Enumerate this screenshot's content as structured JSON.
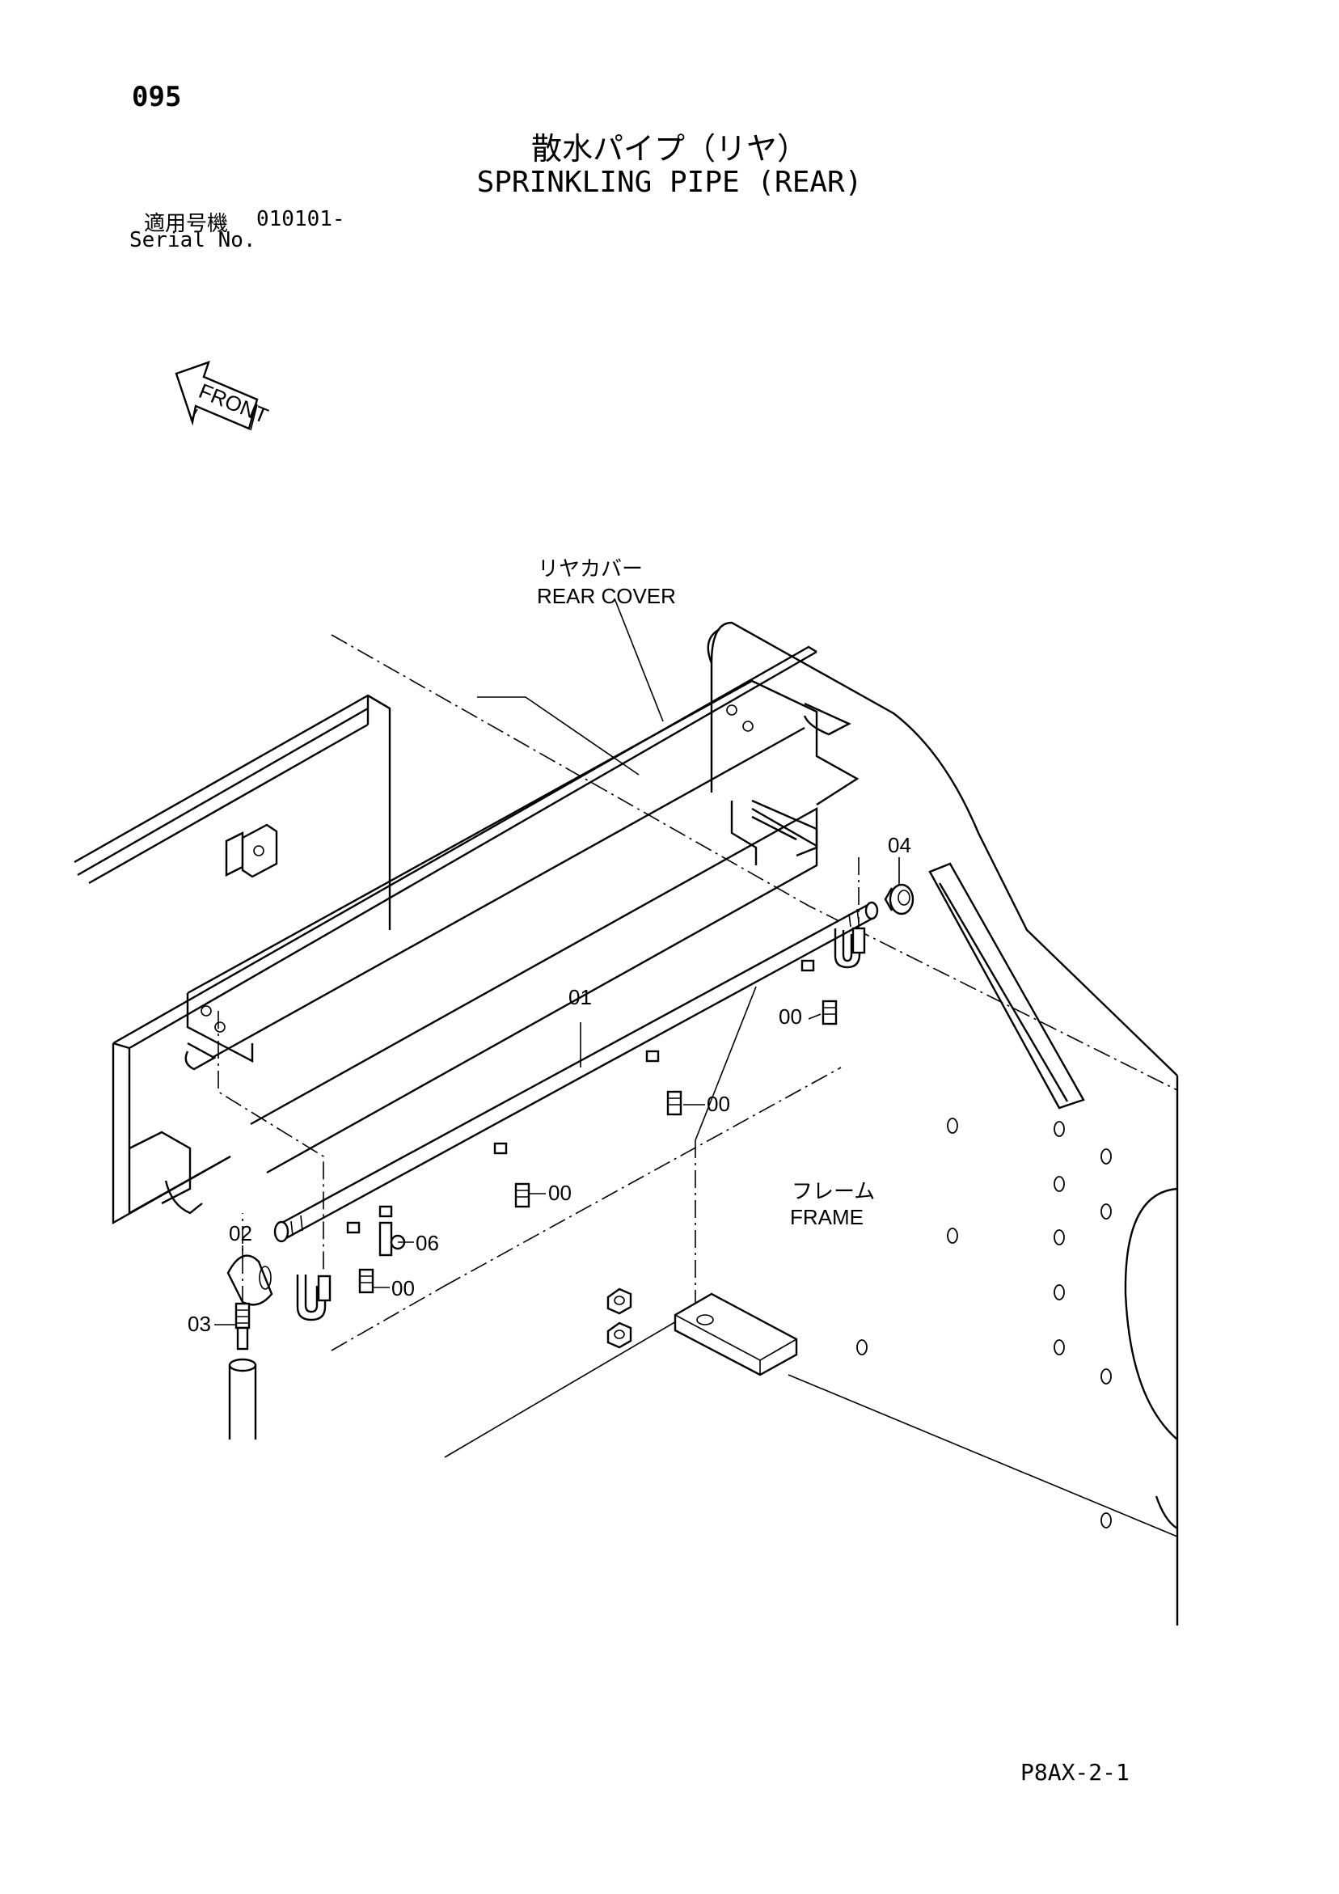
{
  "header": {
    "page_number": "095",
    "title_jp": "散水パイプ（リヤ）",
    "title_en": "SPRINKLING PIPE (REAR)",
    "serial_label_jp": "適用号機",
    "serial_number": "010101-",
    "serial_label_en": "Serial No."
  },
  "diagram": {
    "front_arrow_text": "FRONT",
    "callouts": {
      "rear_cover_jp": "リヤカバー",
      "rear_cover_en": "REAR COVER",
      "frame_jp": "フレーム",
      "frame_en": "FRAME",
      "part_01": "01",
      "part_02": "02",
      "part_03": "03",
      "part_04": "04",
      "part_06": "06",
      "part_00_a": "00",
      "part_00_b": "00",
      "part_00_c": "00",
      "part_00_d": "00"
    }
  },
  "footer": {
    "code": "P8AX-2-1"
  }
}
